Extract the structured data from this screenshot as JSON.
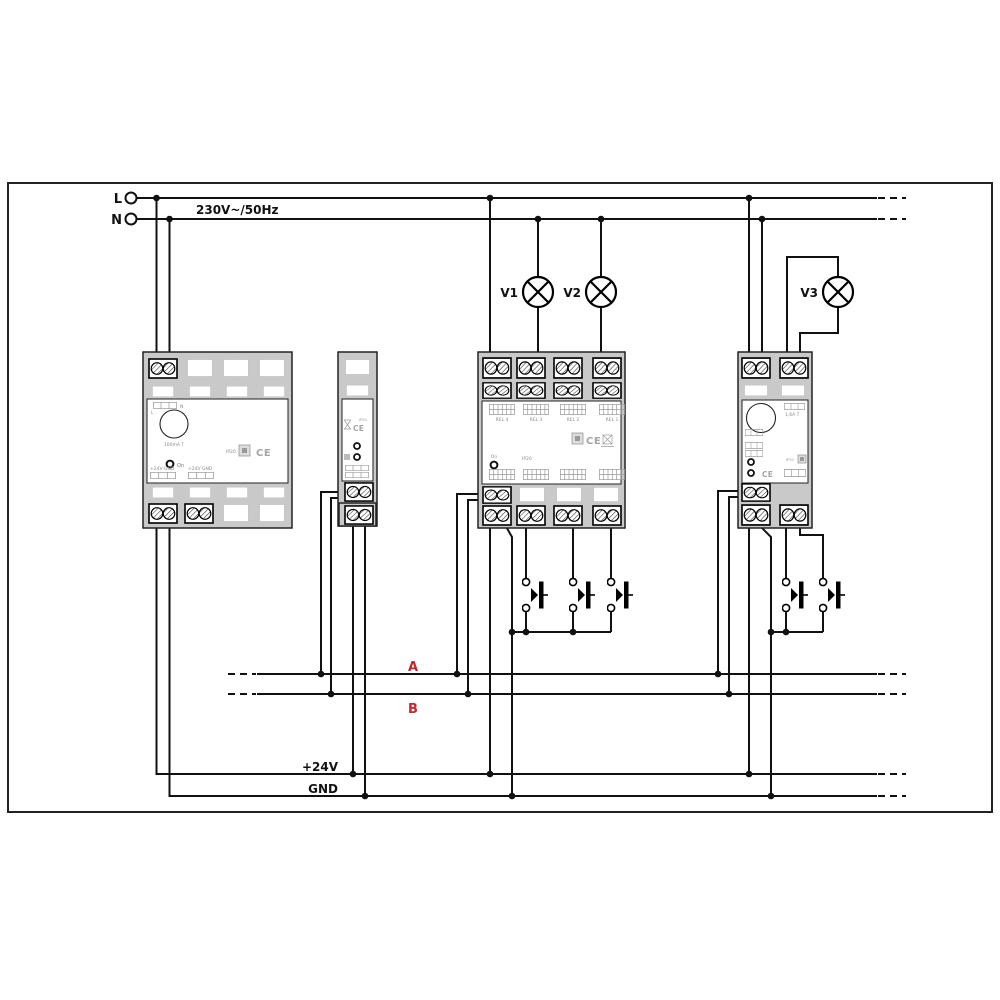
{
  "labels": {
    "line_l": "L",
    "line_n": "N",
    "voltage": "230V~/50Hz",
    "bus_a": "A",
    "bus_b": "B",
    "plus24v": "+24V",
    "gnd": "GND"
  },
  "lamps": [
    {
      "label": "V1"
    },
    {
      "label": "V2"
    },
    {
      "label": "V3"
    }
  ],
  "modules": {
    "power_supply": {
      "term_n": "N",
      "term_l": "L",
      "fuse": "100mA T",
      "led": "On",
      "out1": "+24V GND",
      "out2": "+24V GND",
      "ip": "IP20",
      "ce": "CE"
    },
    "bus_coupler": {
      "ip": "IP20",
      "ce": "CE"
    },
    "relay_actuator": {
      "channels": [
        "REL 4",
        "REL 3",
        "REL 2",
        "REL 1"
      ],
      "led": "On",
      "ip": "IP20",
      "ce": "CE"
    },
    "dimmer": {
      "fuse": "1,6A T",
      "ip": "IP20",
      "ce": "CE"
    }
  },
  "colors": {
    "wire": "#111111",
    "module_fill": "#c9c9c9",
    "bus_label": "#c2272d"
  }
}
